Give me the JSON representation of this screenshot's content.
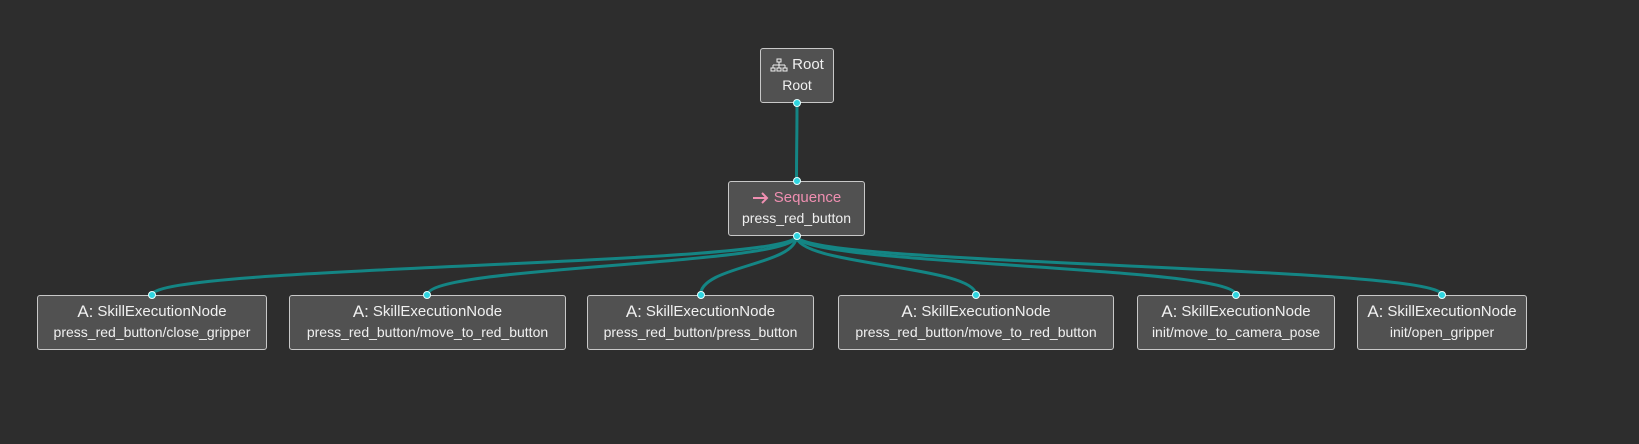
{
  "colors": {
    "background": "#2d2d2d",
    "node_fill": "#515151",
    "node_border": "#c8c8c8",
    "edge": "#148584",
    "port": "#2fd5e0",
    "sequence_accent": "#ef8fb1"
  },
  "nodes": {
    "root": {
      "type": "Root",
      "name": "Root",
      "icon": "tree-structure-icon"
    },
    "sequence": {
      "type": "Sequence",
      "name": "press_red_button",
      "icon": "arrow-right-icon"
    },
    "children": [
      {
        "type": "SkillExecutionNode",
        "name": "press_red_button/close_gripper",
        "icon": "action-icon"
      },
      {
        "type": "SkillExecutionNode",
        "name": "press_red_button/move_to_red_button",
        "icon": "action-icon"
      },
      {
        "type": "SkillExecutionNode",
        "name": "press_red_button/press_button",
        "icon": "action-icon"
      },
      {
        "type": "SkillExecutionNode",
        "name": "press_red_button/move_to_red_button",
        "icon": "action-icon"
      },
      {
        "type": "SkillExecutionNode",
        "name": "init/move_to_camera_pose",
        "icon": "action-icon"
      },
      {
        "type": "SkillExecutionNode",
        "name": "init/open_gripper",
        "icon": "action-icon"
      }
    ]
  },
  "edges": [
    {
      "from": "root",
      "to": "sequence"
    },
    {
      "from": "sequence",
      "to": "child-0"
    },
    {
      "from": "sequence",
      "to": "child-1"
    },
    {
      "from": "sequence",
      "to": "child-2"
    },
    {
      "from": "sequence",
      "to": "child-3"
    },
    {
      "from": "sequence",
      "to": "child-4"
    },
    {
      "from": "sequence",
      "to": "child-5"
    }
  ]
}
